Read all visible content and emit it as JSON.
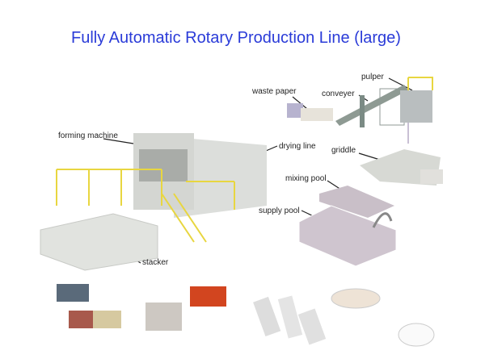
{
  "title": "Fully Automatic Rotary Production Line  (large)",
  "labels": {
    "waste_paper": "waste paper",
    "conveyer": "conveyer",
    "pulper": "pulper",
    "forming_machine": "forming machine",
    "drying_line": "drying line",
    "griddle": "griddle",
    "mixing_pool": "mixing pool",
    "supply_pool": "supply pool",
    "stacker": "stacker"
  },
  "colors": {
    "title": "#2a3bd8",
    "railing": "#e8d640",
    "machine": "#d9dcd8",
    "pool": "#c9bfc8"
  }
}
